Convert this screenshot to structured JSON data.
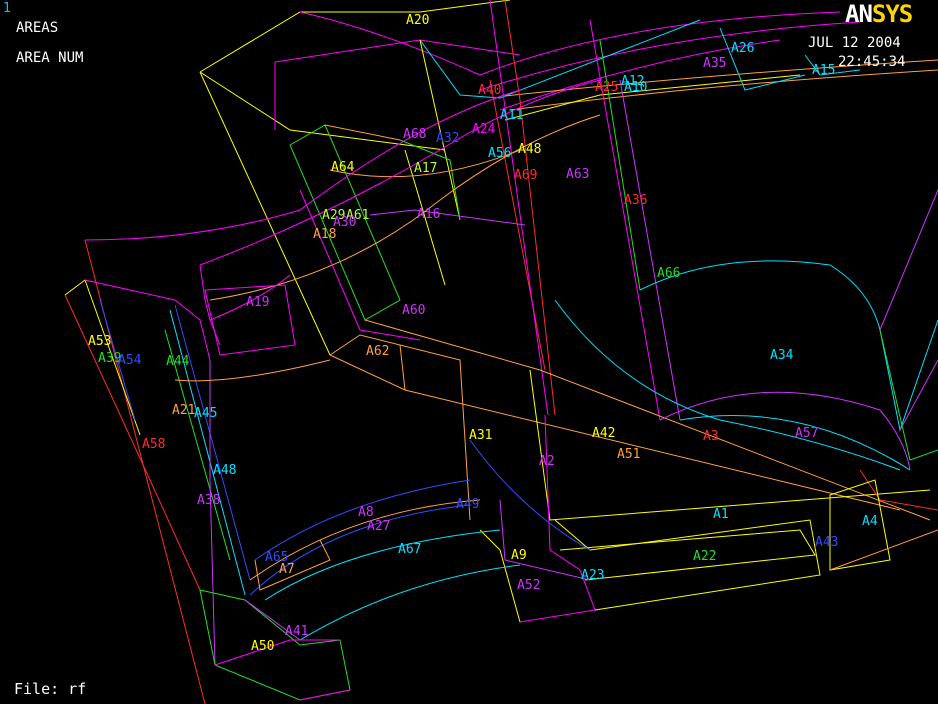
{
  "window_number": "1",
  "title_lines": [
    "AREAS",
    "AREA NUM"
  ],
  "logo": {
    "part1": "AN",
    "part2": "SYS"
  },
  "date": "JUL 12 2004",
  "time": "22:45:34",
  "file_label": "File: rf",
  "colors": {
    "background": "#000000",
    "logo_white": "#ffffff",
    "logo_yellow": "#ffd400",
    "yellow": "#ffff00",
    "magenta": "#ff00ff",
    "purple": "#cc33ff",
    "red": "#ff2a2a",
    "cyan": "#00e0ff",
    "blue": "#2f4dff",
    "green": "#22dd22",
    "orange": "#ffa13d",
    "lime": "#b8ff33"
  },
  "area_labels": [
    {
      "id": "A20",
      "color": "yellow"
    },
    {
      "id": "A26",
      "color": "cyan"
    },
    {
      "id": "A35",
      "color": "purple"
    },
    {
      "id": "A15",
      "color": "cyan"
    },
    {
      "id": "A12",
      "color": "cyan"
    },
    {
      "id": "A25",
      "color": "red"
    },
    {
      "id": "A10",
      "color": "cyan"
    },
    {
      "id": "A40",
      "color": "red"
    },
    {
      "id": "A11",
      "color": "cyan"
    },
    {
      "id": "A24",
      "color": "magenta"
    },
    {
      "id": "A68",
      "color": "purple"
    },
    {
      "id": "A32",
      "color": "blue"
    },
    {
      "id": "A56",
      "color": "cyan"
    },
    {
      "id": "A48",
      "color": "yellow"
    },
    {
      "id": "A69",
      "color": "red"
    },
    {
      "id": "A63",
      "color": "purple"
    },
    {
      "id": "A36",
      "color": "red"
    },
    {
      "id": "A64",
      "color": "yellow"
    },
    {
      "id": "A17",
      "color": "lime"
    },
    {
      "id": "A16",
      "color": "purple"
    },
    {
      "id": "A29",
      "color": "lime"
    },
    {
      "id": "A61",
      "color": "lime"
    },
    {
      "id": "A30",
      "color": "purple"
    },
    {
      "id": "A18",
      "color": "orange"
    },
    {
      "id": "A66",
      "color": "green"
    },
    {
      "id": "A19",
      "color": "purple"
    },
    {
      "id": "A60",
      "color": "purple"
    },
    {
      "id": "A62",
      "color": "orange"
    },
    {
      "id": "A34",
      "color": "cyan"
    },
    {
      "id": "A53",
      "color": "yellow"
    },
    {
      "id": "A39",
      "color": "green"
    },
    {
      "id": "A54",
      "color": "blue"
    },
    {
      "id": "A44",
      "color": "green"
    },
    {
      "id": "A21",
      "color": "orange"
    },
    {
      "id": "A45",
      "color": "cyan"
    },
    {
      "id": "A42",
      "color": "yellow"
    },
    {
      "id": "A3",
      "color": "red"
    },
    {
      "id": "A57",
      "color": "purple"
    },
    {
      "id": "A31",
      "color": "yellow"
    },
    {
      "id": "A58",
      "color": "red"
    },
    {
      "id": "A51",
      "color": "orange"
    },
    {
      "id": "A2",
      "color": "purple"
    },
    {
      "id": "A48",
      "color": "cyan"
    },
    {
      "id": "A38",
      "color": "purple"
    },
    {
      "id": "A1",
      "color": "cyan"
    },
    {
      "id": "A4",
      "color": "cyan"
    },
    {
      "id": "A8",
      "color": "purple"
    },
    {
      "id": "A27",
      "color": "purple"
    },
    {
      "id": "A49",
      "color": "blue"
    },
    {
      "id": "A67",
      "color": "cyan"
    },
    {
      "id": "A22",
      "color": "green"
    },
    {
      "id": "A43",
      "color": "blue"
    },
    {
      "id": "A65",
      "color": "blue"
    },
    {
      "id": "A7",
      "color": "orange"
    },
    {
      "id": "A9",
      "color": "yellow"
    },
    {
      "id": "A23",
      "color": "cyan"
    },
    {
      "id": "A52",
      "color": "purple"
    },
    {
      "id": "A41",
      "color": "purple"
    },
    {
      "id": "A50",
      "color": "yellow"
    }
  ]
}
